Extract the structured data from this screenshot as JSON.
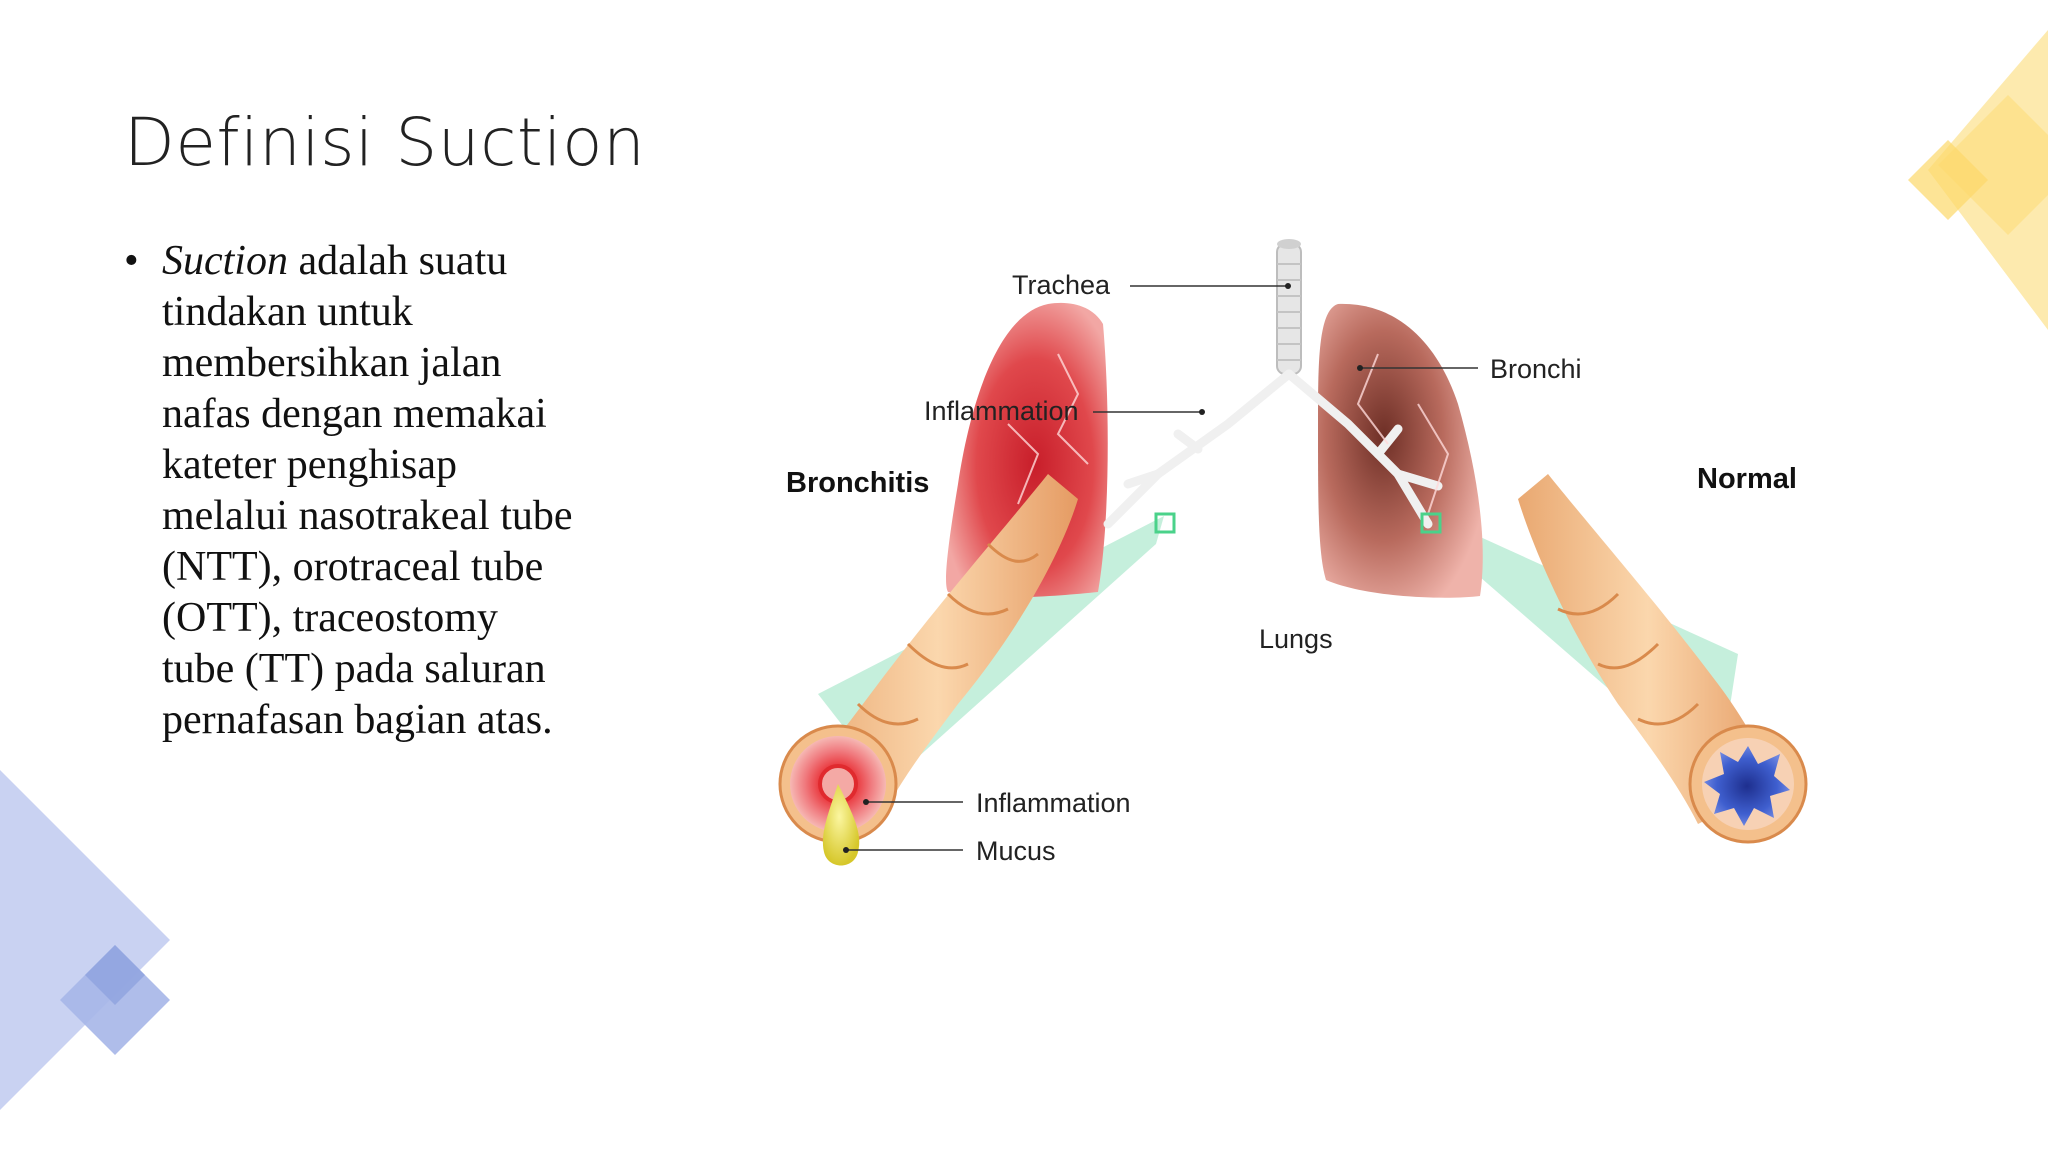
{
  "slide": {
    "title": "Definisi Suction",
    "bullet": {
      "marker": "•",
      "lead_italic": "Suction",
      "line1_rest": " adalah suatu",
      "lines": [
        "tindakan untuk",
        "membersihkan jalan",
        "nafas dengan memakai",
        "kateter penghisap",
        "melalui nasotrakeal tube",
        "(NTT), orotraceal tube",
        "(OTT), traceostomy",
        "tube (TT) pada saluran",
        "pernafasan bagian atas."
      ]
    }
  },
  "diagram": {
    "labels": {
      "trachea": "Trachea",
      "bronchi": "Bronchi",
      "inflammation_top": "Inflammation",
      "bronchitis": "Bronchitis",
      "normal": "Normal",
      "lungs": "Lungs",
      "inflammation_bottom": "Inflammation",
      "mucus": "Mucus"
    }
  },
  "colors": {
    "yellow_deco": "#fde9a8",
    "yellow_deco_dark": "#fcd86a",
    "blue_deco": "#c5cff0",
    "blue_deco_dark": "#9fb2e6",
    "inflamed_lung": "#d9383c",
    "normal_lung": "#a35a4e",
    "airway_tube": "#f4c48e",
    "projection": "#a8e6c4"
  }
}
